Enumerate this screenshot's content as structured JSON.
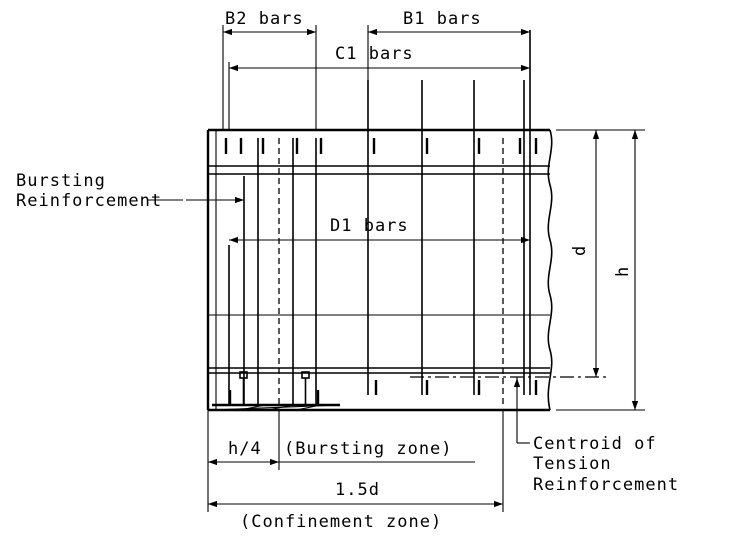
{
  "labels": {
    "b2_bars": "B2 bars",
    "b1_bars": "B1 bars",
    "c1_bars": "C1 bars",
    "d1_bars": "D1 bars",
    "bursting_line1": "Bursting",
    "bursting_line2": "Reinforcement",
    "d": "d",
    "h": "h",
    "h_over_4": "h/4",
    "bursting_zone": "(Bursting zone)",
    "one_point_five_d": "1.5d",
    "confinement_zone": "(Confinement zone)",
    "centroid_line1": "Centroid of",
    "centroid_line2": "Tension",
    "centroid_line3": "Reinforcement"
  }
}
